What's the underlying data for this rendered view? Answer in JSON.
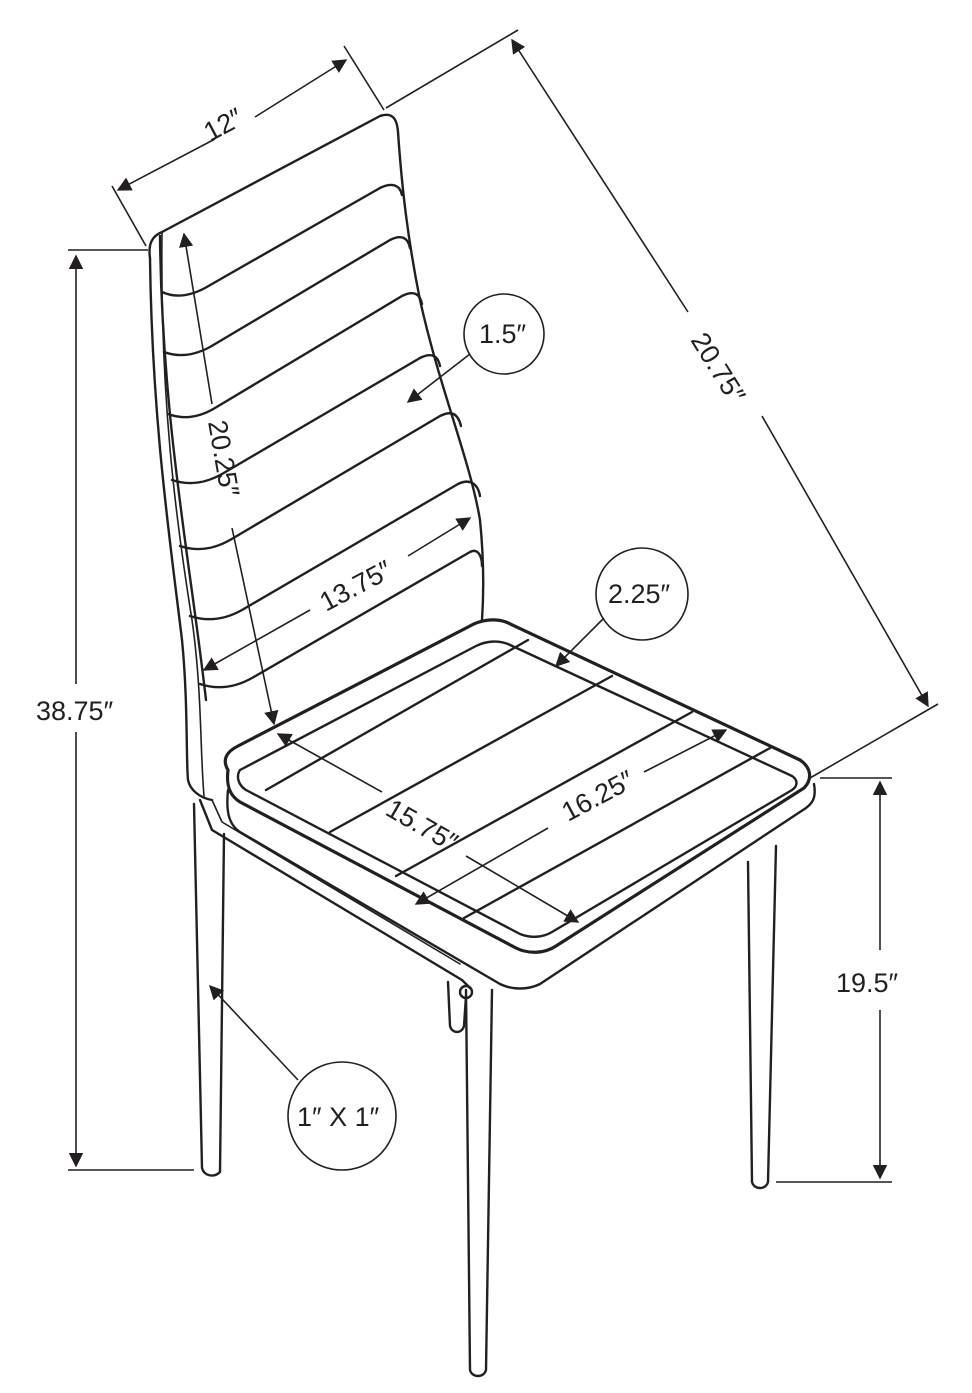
{
  "colors": {
    "line": "#231f20",
    "background": "#ffffff"
  },
  "dimensions": {
    "back_width": "12″",
    "back_diagonal": "20.75″",
    "back_height": "20.25″",
    "back_inner_width": "13.75″",
    "overall_height": "38.75″",
    "seat_depth": "15.75″",
    "seat_width": "16.25″",
    "seat_height": "19.5″"
  },
  "callouts": {
    "back_thickness": "1.5″",
    "seat_thickness": "2.25″",
    "leg_size": "1″ X 1″"
  }
}
